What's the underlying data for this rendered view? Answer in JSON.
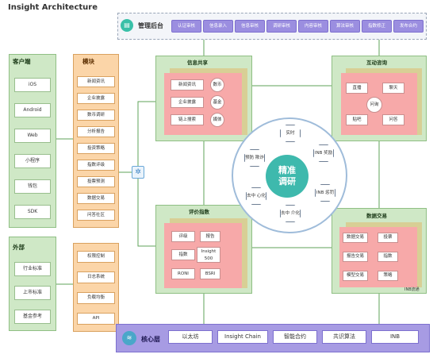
{
  "title": "Insight Architecture",
  "admin": {
    "label": "管理后台",
    "items": [
      "认证审核",
      "信息录入",
      "信息审核",
      "调研审核",
      "内容审核",
      "算法审核",
      "指数修正",
      "发布合约"
    ]
  },
  "clients": {
    "heading": "客户端",
    "items": [
      "iOS",
      "Android",
      "Web",
      "小程序",
      "钱包",
      "SDK"
    ]
  },
  "external": {
    "heading": "外部",
    "items": [
      "行业标准",
      "上市标准",
      "基金参考"
    ]
  },
  "modules": {
    "heading": "模块",
    "items": [
      "新闻资讯",
      "企业披露",
      "数币调研",
      "分析报告",
      "投资策略",
      "指数评级",
      "投票预测",
      "数据交易",
      "问答社区"
    ],
    "items2": [
      "权限控制",
      "日志系统",
      "负载均衡",
      "API"
    ]
  },
  "info_share": {
    "heading": "信息共享",
    "items": [
      "新闻资讯",
      "企业披露",
      "链上搜索"
    ],
    "circles": [
      "数币",
      "基金",
      "媒体"
    ]
  },
  "interaction": {
    "heading": "互动咨询",
    "items": [
      "直播",
      "聊天",
      "贴吧",
      "问答"
    ],
    "center": "问询"
  },
  "rating": {
    "heading": "评价指数",
    "items": [
      "评级",
      "报告",
      "指数",
      "Insight 500",
      "RONI",
      "BSRI"
    ]
  },
  "data_trade": {
    "heading": "数据交易",
    "items": [
      "数据交易",
      "投票",
      "报告交易",
      "指数",
      "模型交易",
      "策略"
    ],
    "note": "INB流通"
  },
  "core_center": {
    "label_line1": "精准",
    "label_line2": "调研",
    "nodes": [
      "实时",
      "INB 奖励",
      "INB 惩罚",
      "去中 介化",
      "去中 心化",
      "预防 欺诈"
    ]
  },
  "core_layer": {
    "label": "核心层",
    "items": [
      "以太坊",
      "Insight Chain",
      "智能合约",
      "共识算法",
      "INB"
    ]
  }
}
